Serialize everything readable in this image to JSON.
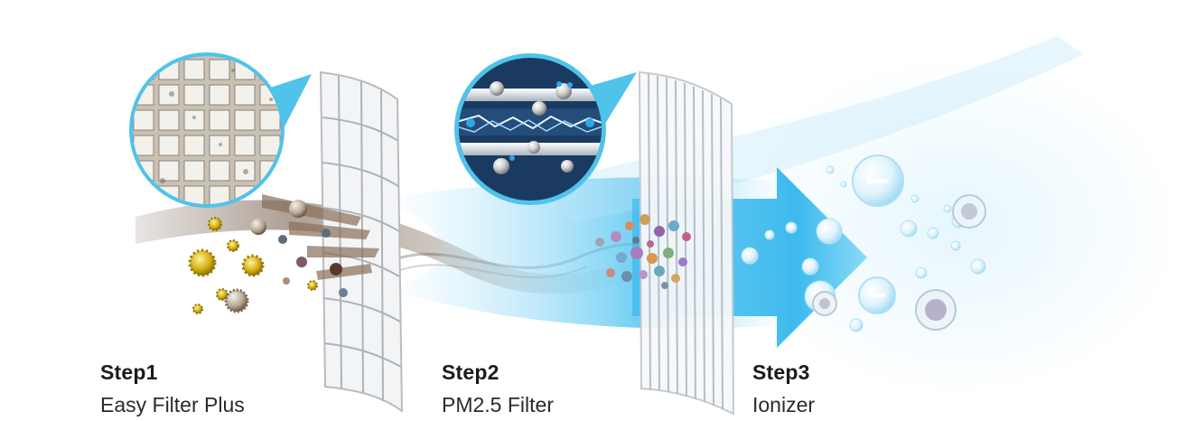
{
  "steps": [
    {
      "title": "Step1",
      "subtitle": "Easy Filter Plus"
    },
    {
      "title": "Step2",
      "subtitle": "PM2.5 Filter"
    },
    {
      "title": "Step3",
      "subtitle": "Ionizer"
    }
  ],
  "icons": {
    "filter_grid": "mesh-filter-icon",
    "electrostatic": "electrostatic-plates-icon",
    "ion": "negative-ion-icon"
  },
  "colors": {
    "airflow_blue": "#3bbcef",
    "callout_border": "#4fc3ea",
    "dust_brown": "#8a6f58",
    "germ_yellow": "#c9a400",
    "text": "#1b1b1b"
  }
}
